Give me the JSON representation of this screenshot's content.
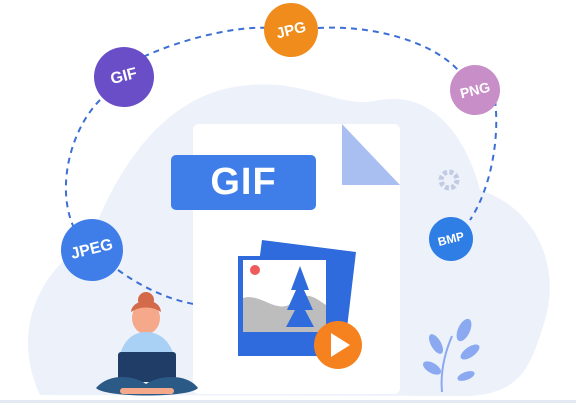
{
  "banner": {
    "label": "GIF",
    "color": "#3f7ee8"
  },
  "formats": [
    {
      "label": "JPG",
      "color": "#f08c1b"
    },
    {
      "label": "GIF",
      "color": "#6a4ec8"
    },
    {
      "label": "PNG",
      "color": "#c88ec8"
    },
    {
      "label": "BMP",
      "color": "#2f7ee6"
    },
    {
      "label": "JPEG",
      "color": "#3f7ee8"
    }
  ],
  "icons": {
    "gear": "gear-icon",
    "play": "play-icon",
    "image": "image-icon",
    "arrow": "arrow-icon"
  },
  "palette": {
    "blob": "#edf1fa",
    "document": "#ffffff",
    "fold": "#a9bff2",
    "dashed": "#3c6fd6",
    "play": "#f5821f"
  }
}
